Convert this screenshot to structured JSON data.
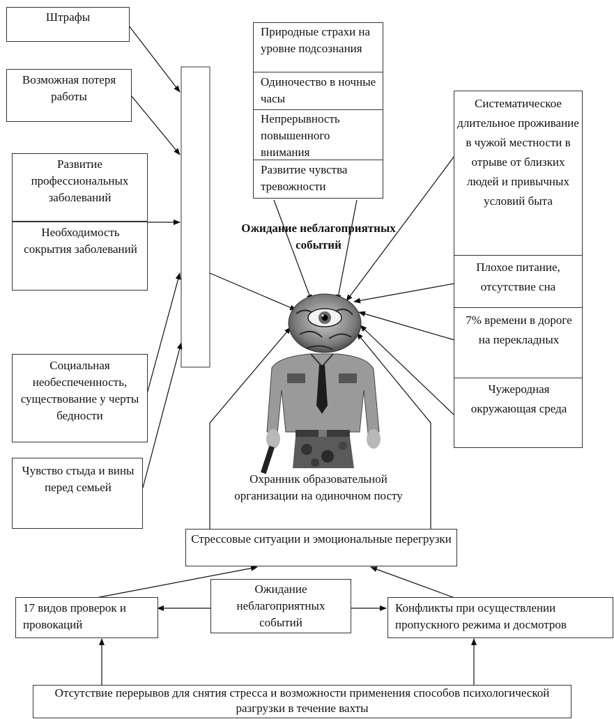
{
  "left": {
    "fines": "Штрафы",
    "job_loss": "Возможная потеря работы",
    "prof_diseases": "Развитие профессиональных заболеваний",
    "hide_diseases": "Необходимость сокрытия заболеваний",
    "social": "Социальная необеспеченность, существование у черты бедности",
    "shame": "Чувство стыда и вины перед семьей"
  },
  "top": {
    "fears": "Природные страхи на уровне подсознания",
    "loneliness": "Одиночество в ночные часы",
    "attention": "Непрерывность повышенного внимания",
    "anxiety": "Развитие чувства тревожности"
  },
  "center": {
    "expectation": "Ожидание неблагоприятных событий",
    "guard": "Охранник образовательной организации на одиночном посту"
  },
  "right": {
    "living": "Систематическое длительное проживание в чужой местности в отрыве от близких людей и привычных условий быта",
    "food": "Плохое питание, отсутствие сна",
    "travel": "7% времени в дороге на перекладных",
    "environment": "Чужеродная окружающая среда"
  },
  "bottom": {
    "stress": "Стрессовые ситуации и эмоциональные перегрузки",
    "checks": "17 видов проверок и провокаций",
    "expectation": "Ожидание неблагоприятных событий",
    "conflicts": "Конфликты при осуществлении пропускного режима и досмотров",
    "no_breaks": "Отсутствие перерывов для снятия стресса и возможности применения способов психологической разгрузки в течение вахты"
  }
}
